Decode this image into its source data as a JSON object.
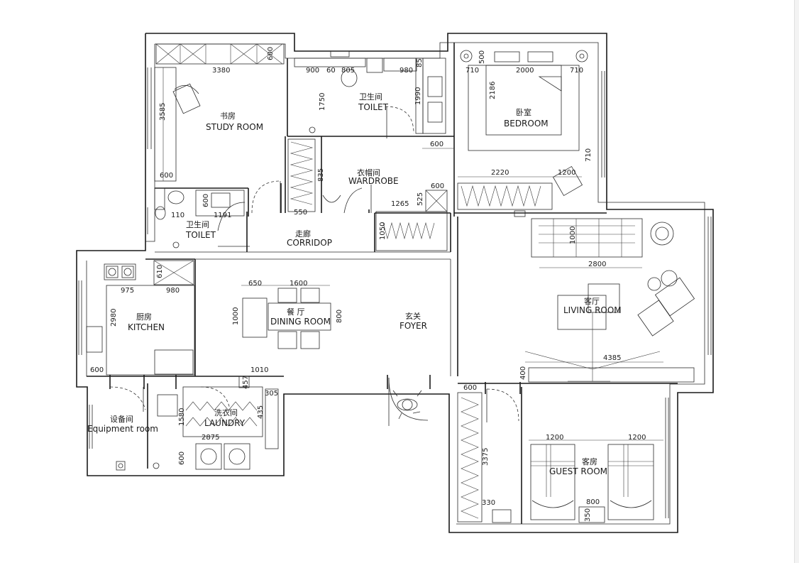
{
  "rooms": {
    "study": {
      "cn": "书房",
      "en": "STUDY ROOM"
    },
    "toilet_top": {
      "cn": "卫生间",
      "en": "TOILET"
    },
    "bedroom": {
      "cn": "卧室",
      "en": "BEDROOM"
    },
    "wardrobe": {
      "cn": "衣帽间",
      "en": "WARDROBE"
    },
    "toilet_left": {
      "cn": "卫生间",
      "en": "TOILET"
    },
    "corridor": {
      "cn": "走廊",
      "en": "CORRIDOP"
    },
    "kitchen": {
      "cn": "厨房",
      "en": "KITCHEN"
    },
    "dining": {
      "cn": "餐 厅",
      "en": "DINING ROOM"
    },
    "foyer": {
      "cn": "玄关",
      "en": "FOYER"
    },
    "living": {
      "cn": "客厅",
      "en": "LIVING ROOM"
    },
    "equipment": {
      "cn": "设备间",
      "en": "Equipment room"
    },
    "laundry": {
      "cn": "洗衣间",
      "en": "LAUNDRY"
    },
    "guest": {
      "cn": "客房",
      "en": "GUEST ROOM"
    }
  },
  "dimensions": {
    "study_width": "3380",
    "study_height": "3585",
    "study_shelf": "600",
    "study_desk": "600",
    "toilet_a": "900",
    "toilet_b": "60",
    "toilet_c": "805",
    "toilet_d": "980",
    "toilet_e": "85",
    "toilet_h": "1750",
    "toilet_v": "1990",
    "toilet_r": "600",
    "bed_left": "710",
    "bed_w": "2000",
    "bed_right": "710",
    "bed_top": "500",
    "bed_h": "2186",
    "bed_710": "710",
    "bed_wardrobe": "2220",
    "bed_1200": "1200",
    "ward_835": "835",
    "ward_550": "550",
    "ward_1265": "1265",
    "ward_525": "525",
    "ward_600": "600",
    "ward_1050": "1050",
    "tl_600": "600",
    "tl_110": "110",
    "tl_1191": "1191",
    "k_610": "610",
    "k_975": "975",
    "k_980": "980",
    "k_2980": "2980",
    "k_600": "600",
    "d_650": "650",
    "d_1600": "1600",
    "d_1000": "1000",
    "d_800": "800",
    "l_1010": "1010",
    "l_457": "457",
    "l_305": "305",
    "l_435": "435",
    "l_1580": "1580",
    "l_2875": "2875",
    "l_600": "600",
    "lv_1000": "1000",
    "lv_2800": "2800",
    "lv_4385": "4385",
    "lv_400": "400",
    "g_600": "600",
    "g_3375": "3375",
    "g_1200a": "1200",
    "g_1200b": "1200",
    "g_800": "800",
    "g_330": "330",
    "g_350": "350"
  }
}
